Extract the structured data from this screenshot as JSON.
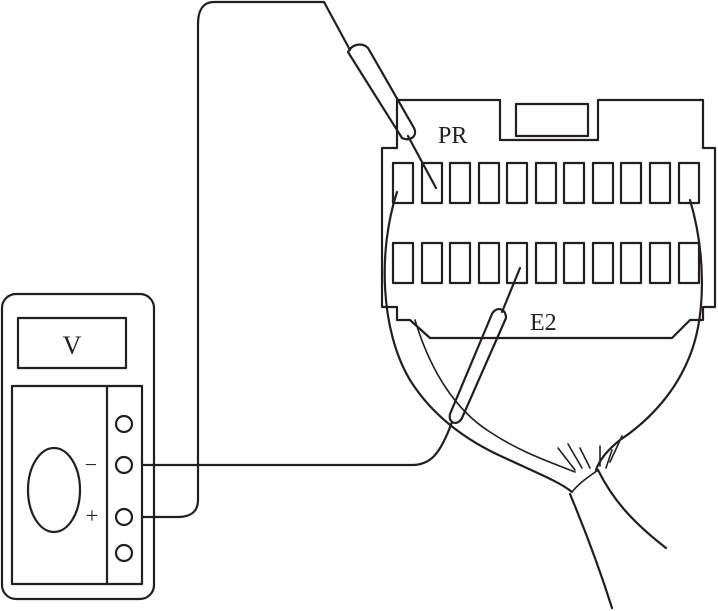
{
  "diagram": {
    "connector_label_top": "PR",
    "connector_label_bottom": "E2",
    "meter_display": "V",
    "terminal_minus": "−",
    "terminal_plus": "+",
    "line_color": "#231f20",
    "background": "#ffffff"
  }
}
